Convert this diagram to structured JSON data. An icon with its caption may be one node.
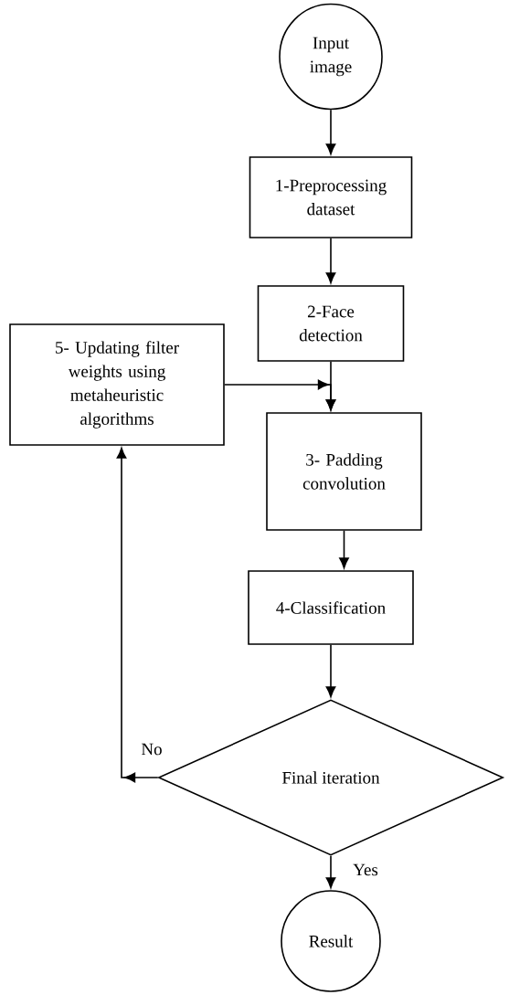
{
  "diagram": {
    "nodes": [
      {
        "text": [
          "Input image"
        ]
      },
      {
        "text": [
          "1-Preprocessing dataset"
        ]
      },
      {
        "text": [
          "2-Face detection"
        ]
      },
      {
        "text": [
          "5- Updating filter weights using metaheuristic algorithms"
        ]
      },
      {
        "text": [
          "3- Padding convolution"
        ]
      },
      {
        "text": [
          "4-Classification"
        ]
      },
      {
        "text": [
          "Final iteration"
        ]
      },
      {
        "text": [
          "Result"
        ]
      }
    ],
    "edges": [
      {
        "from": 0,
        "to": 1,
        "arrow": "to"
      },
      {
        "from": 1,
        "to": 2,
        "arrow": "to"
      },
      {
        "from": 2,
        "to": 4,
        "arrow": "to"
      },
      {
        "from": 3,
        "to": 4,
        "arrow": "to"
      },
      {
        "from": 4,
        "to": 5,
        "arrow": "to"
      },
      {
        "from": 5,
        "to": 6,
        "arrow": "to"
      },
      {
        "from": 6,
        "to": 3,
        "arrow": "to",
        "label": "No"
      },
      {
        "from": 6,
        "to": 7,
        "arrow": "to",
        "label": "Yes"
      }
    ]
  }
}
